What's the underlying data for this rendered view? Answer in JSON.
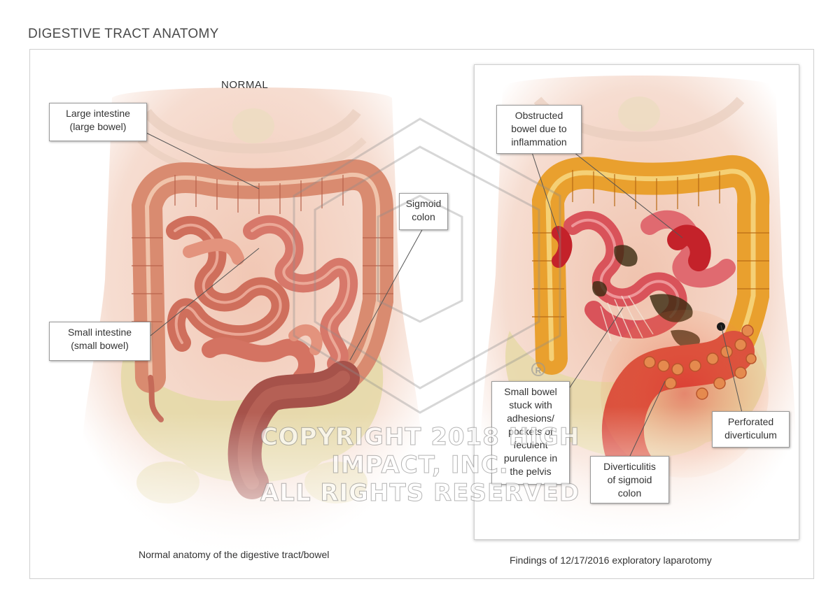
{
  "title": "DIGESTIVE TRACT ANATOMY",
  "left_panel": {
    "heading": "NORMAL",
    "caption": "Normal anatomy of the digestive tract/bowel",
    "labels": {
      "large_intestine": "Large intestine\n(large bowel)",
      "small_intestine": "Small intestine\n(small bowel)",
      "sigmoid_colon": "Sigmoid\ncolon"
    }
  },
  "right_panel": {
    "caption": "Findings of 12/17/2016 exploratory laparotomy",
    "labels": {
      "obstructed_bowel": "Obstructed\nbowel due to\ninflammation",
      "adhesions": "Small bowel\nstuck with\nadhesions/\npockets of\nfeculent\npurulence in\nthe pelvis",
      "diverticulitis": "Diverticulitis\nof sigmoid\ncolon",
      "perforated": "Perforated\ndiverticulum"
    }
  },
  "watermark": {
    "line1": "COPYRIGHT 2018 HIGH IMPACT, INC.",
    "line2": "ALL RIGHTS RESERVED",
    "registered": "R"
  },
  "colors": {
    "bowel_normal": "#d9826c",
    "colon_normal": "#e0a27a",
    "colon_inflamed": "#e8a030",
    "bowel_inflamed": "#d9363a",
    "bone": "#e9ddb0",
    "skin": "#f3d6c8"
  }
}
